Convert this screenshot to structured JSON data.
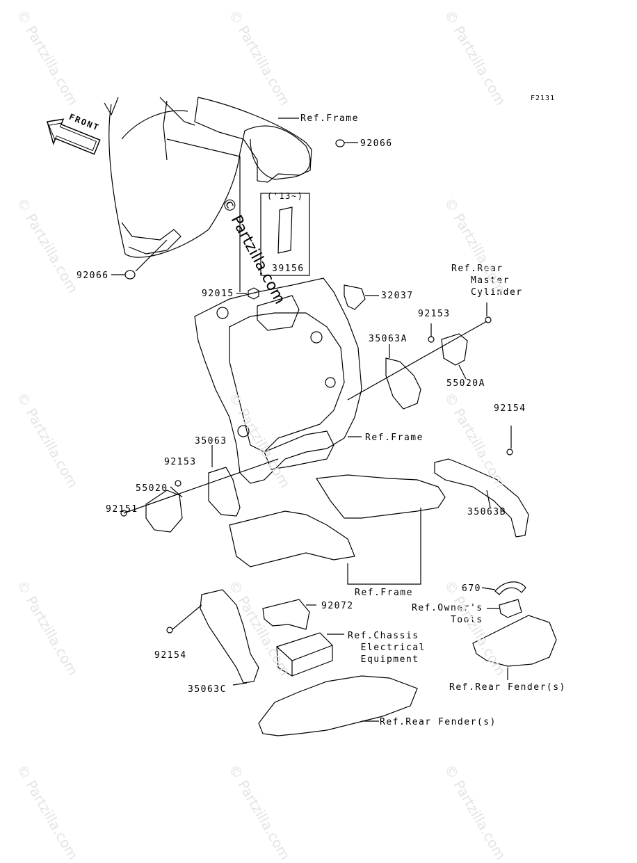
{
  "diagram": {
    "code": "F2131",
    "front_label": "FRONT",
    "year_note": "('13~)",
    "watermark_text": "© Partzilla.com",
    "labels": {
      "ref_frame_top": "Ref.Frame",
      "p92066_top": "92066",
      "p92066_left": "92066",
      "p39156": "39156",
      "ref_rear_master_cyl": "Ref.Rear\n   Master\n   Cylinder",
      "p92015": "92015",
      "p32037": "32037",
      "p92153_right": "92153",
      "p35063A": "35063A",
      "p55020A": "55020A",
      "p92154_right": "92154",
      "ref_frame_mid": "Ref.Frame",
      "p35063": "35063",
      "p92153_left": "92153",
      "p55020": "55020",
      "p92151": "92151",
      "p35063B": "35063B",
      "ref_frame_bottom": "Ref.Frame",
      "p670": "670",
      "ref_owners_tools": "Ref.Owner's\n      Tools",
      "p92072": "92072",
      "ref_chassis_elec": "Ref.Chassis\n  Electrical\n  Equipment",
      "p92154_left": "92154",
      "p35063C": "35063C",
      "ref_rear_fender_right": "Ref.Rear Fender(s)",
      "ref_rear_fender_bottom": "Ref.Rear Fender(s)"
    }
  }
}
